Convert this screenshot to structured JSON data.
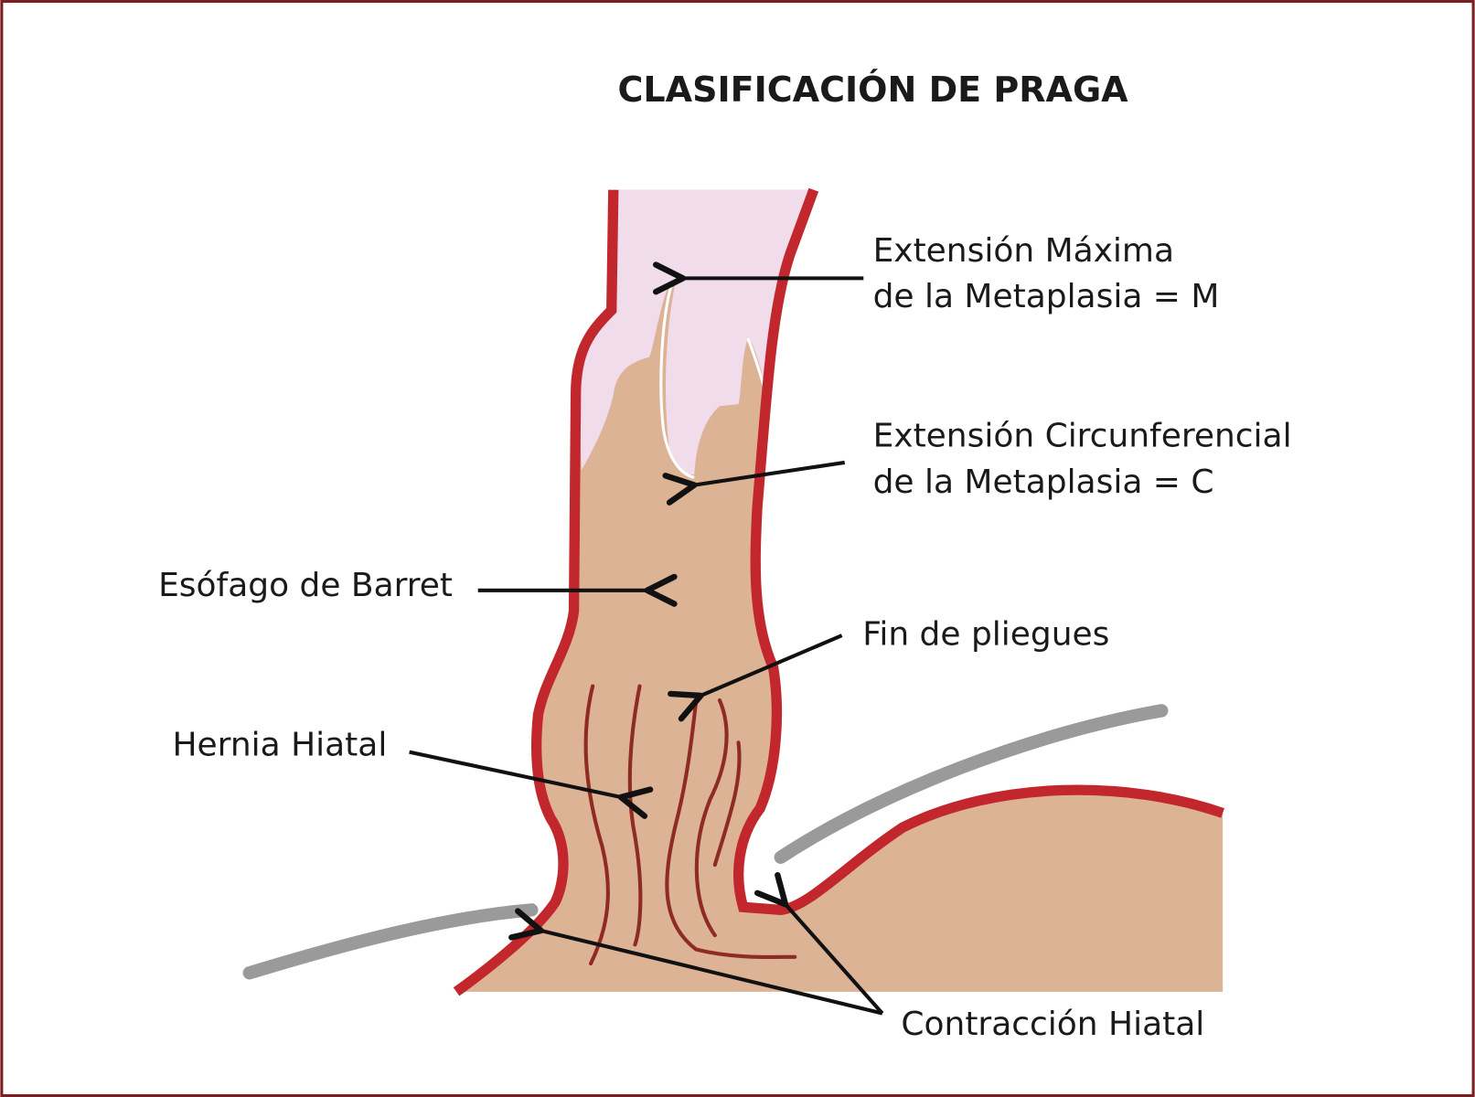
{
  "title": "CLASIFICACIÓN DE PRAGA",
  "labels": {
    "max_extension_line1": "Extensión Máxima",
    "max_extension_line2": "de la Metaplasia = M",
    "circ_extension_line1": "Extensión Circunferencial",
    "circ_extension_line2": "de la Metaplasia = C",
    "barrett": "Esófago de Barret",
    "fold_end": "Fin de pliegues",
    "hiatal_hernia": "Hernia Hiatal",
    "hiatal_contraction": "Contracción Hiatal"
  },
  "colors": {
    "border": "#7a1f1f",
    "wall": "#c1272d",
    "mucosa": "#ddb396",
    "squamous": "#f1dcec",
    "folds": "#8e2b22",
    "diaphragm": "#9a9a9a",
    "arrow": "#111111"
  }
}
